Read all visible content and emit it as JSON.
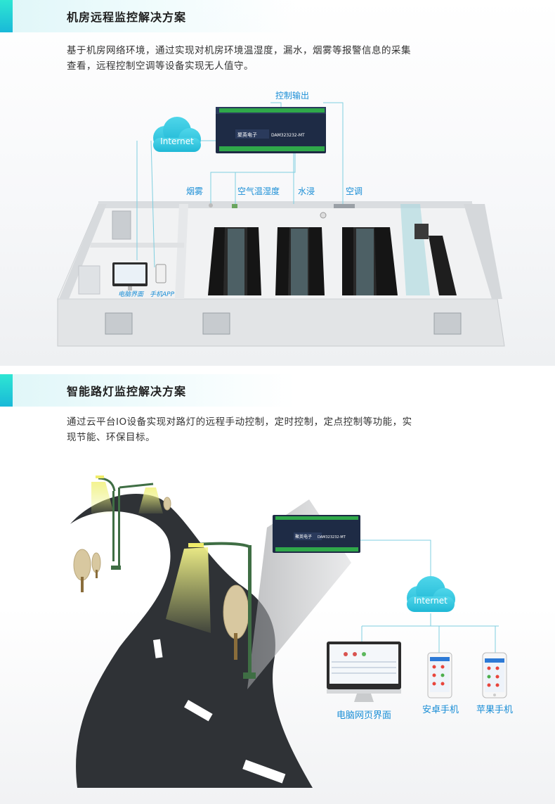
{
  "section1": {
    "title": "机房远程监控解决方案",
    "desc_line1": "基于机房网络环境，通过实现对机房环境温湿度，漏水，烟雾等报警信息的采集",
    "desc_line2": "查看，远程控制空调等设备实现无人值守。",
    "cloud_label": "Internet",
    "control_output": "控制输出",
    "sensor_smoke": "烟雾",
    "sensor_temp_humidity": "空气温湿度",
    "sensor_water": "水浸",
    "sensor_ac": "空调",
    "pc_ui_label": "电脑界面",
    "app_label": "手机APP",
    "device_brand": "聚英电子",
    "device_model": "DAM323232-MT"
  },
  "section2": {
    "title": "智能路灯监控解决方案",
    "desc_line1": "通过云平台IO设备实现对路灯的远程手动控制，定时控制，定点控制等功能，实",
    "desc_line2": "现节能、环保目标。",
    "cloud_label": "Internet",
    "device_brand": "聚英电子",
    "device_model": "DAM323232-MT",
    "pc_label": "电脑网页界面",
    "android_label": "安卓手机",
    "iphone_label": "苹果手机"
  },
  "colors": {
    "accent_cyan": "#1ec7d8",
    "label_blue": "#1a8ed6",
    "device_dark": "#1e2b45",
    "terminal_green": "#2fa84a",
    "rack_black": "#151515",
    "road": "#2f3236",
    "lamp_green": "#3f6e44"
  }
}
